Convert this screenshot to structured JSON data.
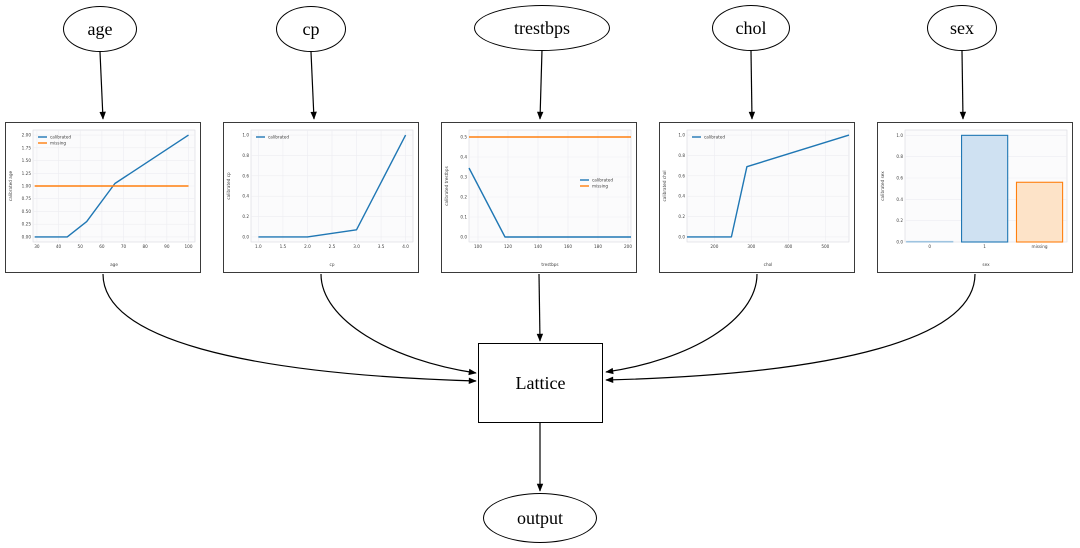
{
  "diagram": {
    "inputs": [
      "age",
      "cp",
      "trestbps",
      "chol",
      "sex"
    ],
    "lattice_label": "Lattice",
    "output_label": "output"
  },
  "colors": {
    "calibrated": "#1f77b4",
    "missing": "#ff7f0e",
    "edge": "#000000",
    "frame": "#3a3a3a"
  },
  "chart_data": [
    {
      "type": "line",
      "xlabel": "age",
      "ylabel": "calibrated age",
      "xlim": [
        28.2,
        103
      ],
      "ylim": [
        -0.1,
        2.1
      ],
      "xticks": [
        30,
        40,
        50,
        60,
        70,
        80,
        90,
        100
      ],
      "xtick_labels": [
        "30",
        "40",
        "50",
        "60",
        "70",
        "80",
        "90",
        "100"
      ],
      "yticks": [
        0,
        0.25,
        0.5,
        0.75,
        1,
        1.25,
        1.5,
        1.75,
        2
      ],
      "ytick_labels": [
        "0.00",
        "0.25",
        "0.50",
        "0.75",
        "1.00",
        "1.25",
        "1.50",
        "1.75",
        "2.00"
      ],
      "legend": "upper-left",
      "grid": true,
      "series": [
        {
          "name": "calibrated",
          "color": "#1f77b4",
          "points": [
            [
              29,
              0
            ],
            [
              44,
              0
            ],
            [
              53,
              0.3
            ],
            [
              66,
              1.05
            ],
            [
              100,
              2.0
            ]
          ]
        },
        {
          "name": "missing",
          "color": "#ff7f0e",
          "points": [
            [
              29,
              1.0
            ],
            [
              100,
              1.0
            ]
          ]
        }
      ]
    },
    {
      "type": "line",
      "xlabel": "cp",
      "ylabel": "calibrated cp",
      "xlim": [
        0.85,
        4.15
      ],
      "ylim": [
        -0.05,
        1.05
      ],
      "xticks": [
        1,
        1.5,
        2,
        2.5,
        3,
        3.5,
        4
      ],
      "xtick_labels": [
        "1.0",
        "1.5",
        "2.0",
        "2.5",
        "3.0",
        "3.5",
        "4.0"
      ],
      "yticks": [
        0,
        0.2,
        0.4,
        0.6,
        0.8,
        1
      ],
      "ytick_labels": [
        "0.0",
        "0.2",
        "0.4",
        "0.6",
        "0.8",
        "1.0"
      ],
      "legend": "upper-left",
      "grid": true,
      "series": [
        {
          "name": "calibrated",
          "color": "#1f77b4",
          "points": [
            [
              1,
              0
            ],
            [
              2,
              0
            ],
            [
              3,
              0.07
            ],
            [
              4,
              1.0
            ]
          ]
        }
      ]
    },
    {
      "type": "line",
      "xlabel": "trestbps",
      "ylabel": "calibrated trestbps",
      "xlim": [
        94,
        202
      ],
      "ylim": [
        -0.025,
        0.535
      ],
      "xticks": [
        100,
        120,
        140,
        160,
        180,
        200
      ],
      "xtick_labels": [
        "100",
        "120",
        "140",
        "160",
        "180",
        "200"
      ],
      "yticks": [
        0,
        0.1,
        0.2,
        0.3,
        0.4,
        0.5
      ],
      "ytick_labels": [
        "0.0",
        "0.1",
        "0.2",
        "0.3",
        "0.4",
        "0.5"
      ],
      "legend": "center-right",
      "grid": true,
      "series": [
        {
          "name": "calibrated",
          "color": "#1f77b4",
          "points": [
            [
              94,
              0.345
            ],
            [
              118,
              0
            ],
            [
              202,
              0
            ]
          ]
        },
        {
          "name": "missing",
          "color": "#ff7f0e",
          "points": [
            [
              94,
              0.5
            ],
            [
              202,
              0.5
            ]
          ]
        }
      ]
    },
    {
      "type": "line",
      "xlabel": "chol",
      "ylabel": "calibrated chol",
      "xlim": [
        126,
        564
      ],
      "ylim": [
        -0.05,
        1.05
      ],
      "xticks": [
        200,
        300,
        400,
        500
      ],
      "xtick_labels": [
        "200",
        "300",
        "400",
        "500"
      ],
      "yticks": [
        0,
        0.2,
        0.4,
        0.6,
        0.8,
        1
      ],
      "ytick_labels": [
        "0.0",
        "0.2",
        "0.4",
        "0.6",
        "0.8",
        "1.0"
      ],
      "legend": "upper-left",
      "grid": true,
      "series": [
        {
          "name": "calibrated",
          "color": "#1f77b4",
          "points": [
            [
              126,
              0
            ],
            [
              246,
              0
            ],
            [
              288,
              0.69
            ],
            [
              564,
              1.0
            ]
          ]
        }
      ]
    },
    {
      "type": "bar",
      "xlabel": "sex",
      "ylabel": "calibrated sex",
      "xlim": [
        -0.45,
        2.5
      ],
      "ylim": [
        0,
        1.05
      ],
      "categories": [
        "0",
        "1",
        "missing"
      ],
      "values": [
        0.005,
        1.0,
        0.56
      ],
      "yticks": [
        0,
        0.2,
        0.4,
        0.6,
        0.8,
        1
      ],
      "ytick_labels": [
        "0.0",
        "0.2",
        "0.4",
        "0.6",
        "0.8",
        "1.0"
      ],
      "grid": true,
      "bar_styles": [
        {
          "fill": "#cfe1f2",
          "stroke": "#9ec4e0"
        },
        {
          "fill": "#cfe1f2",
          "stroke": "#1f77b4"
        },
        {
          "fill": "#fde3c8",
          "stroke": "#ff7f0e"
        }
      ]
    }
  ]
}
